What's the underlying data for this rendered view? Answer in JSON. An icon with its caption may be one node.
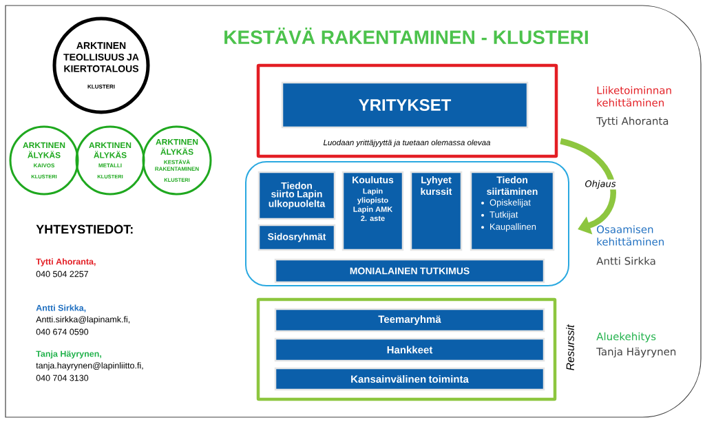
{
  "diagram": {
    "title": "KESTÄVÄ RAKENTAMINEN - KLUSTERI",
    "nodes": [
      {
        "text": [
          "ARKTINEN TEOLLISUUS JA KIERTOTALOUS",
          "KLUSTERI"
        ]
      },
      {
        "text": [
          "ARKTINEN ÄLYKÄS",
          "KAIVOS",
          "KLUSTERI"
        ]
      },
      {
        "text": [
          "ARKTINEN ÄLYKÄS",
          "METALLI",
          "KLUSTERI"
        ]
      },
      {
        "text": [
          "ARKTINEN ÄLYKÄS",
          "KESTÄVÄ RAKENTAMINEN",
          "KLUSTERI"
        ]
      },
      {
        "text": [
          "Luodaan yrittäjyyttä ja tuetaan olemassa olevaa"
        ]
      },
      {
        "text": [
          "YRITYKSET"
        ],
        "in": 4
      },
      {
        "text": [],
        "shape": "box"
      },
      {
        "text": [
          "Tiedon siirto Lapin ulkopuolelta"
        ],
        "in": 6
      },
      {
        "text": [
          "Sidosryhmät"
        ],
        "in": 6
      },
      {
        "text": [
          "Koulutus",
          "Lapin yliopisto Lapin AMK 2. aste"
        ],
        "in": 6
      },
      {
        "text": [
          "Lyhyet kurssit"
        ],
        "in": 6
      },
      {
        "text": [
          "Tiedon siirtäminen",
          "Opiskelijat",
          "Tutkijat",
          "Kaupallinen"
        ],
        "in": 6
      },
      {
        "text": [
          "MONIALAINEN TUTKIMUS"
        ],
        "in": 6
      },
      {
        "text": [
          "Resurssit"
        ]
      },
      {
        "text": [
          "Teemaryhmä"
        ],
        "in": 13
      },
      {
        "text": [
          "Hankkeet"
        ],
        "in": 13
      },
      {
        "text": [
          "Kansainvälinen toiminta"
        ],
        "in": 13
      }
    ],
    "edges": [
      {
        "from": 4,
        "to": 6,
        "arrow": "to",
        "label": "Ohjaus",
        "color": "#8dc63f"
      }
    ],
    "labels": [
      "YHTEYSTIEDOT:",
      "Tytti Ahoranta,",
      "040 504 2257",
      "Antti Sirkka,",
      "Antti.sirkka@lapinamk.fi,",
      "040 674 0590",
      "Tanja Häyrynen,",
      "tanja.hayrynen@lapinliitto.fi,",
      "040 704 3130",
      "Liiketoiminnan kehittäminen",
      "Tytti Ahoranta",
      "Osaamisen kehittäminen",
      "Antti Sirkka",
      "Aluekehitys",
      "Tanja Häyrynen"
    ]
  }
}
